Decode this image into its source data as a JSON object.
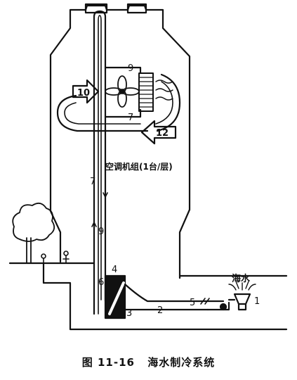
{
  "diagram": {
    "label_ac_unit": "空调机组(1台/层)",
    "label_seawater": "海水",
    "numbers": {
      "n1": "1",
      "n2": "2",
      "n3": "3",
      "n4": "4",
      "n5": "5",
      "n6": "6",
      "n7_top": "7",
      "n7_mid": "7",
      "n9_top": "9",
      "n9_mid": "9",
      "n10": "10",
      "n12": "12"
    }
  },
  "caption": {
    "figure_number": "图 11-16",
    "title": "海水制冷系统"
  },
  "colors": {
    "ink": "#111111",
    "background": "#ffffff"
  }
}
